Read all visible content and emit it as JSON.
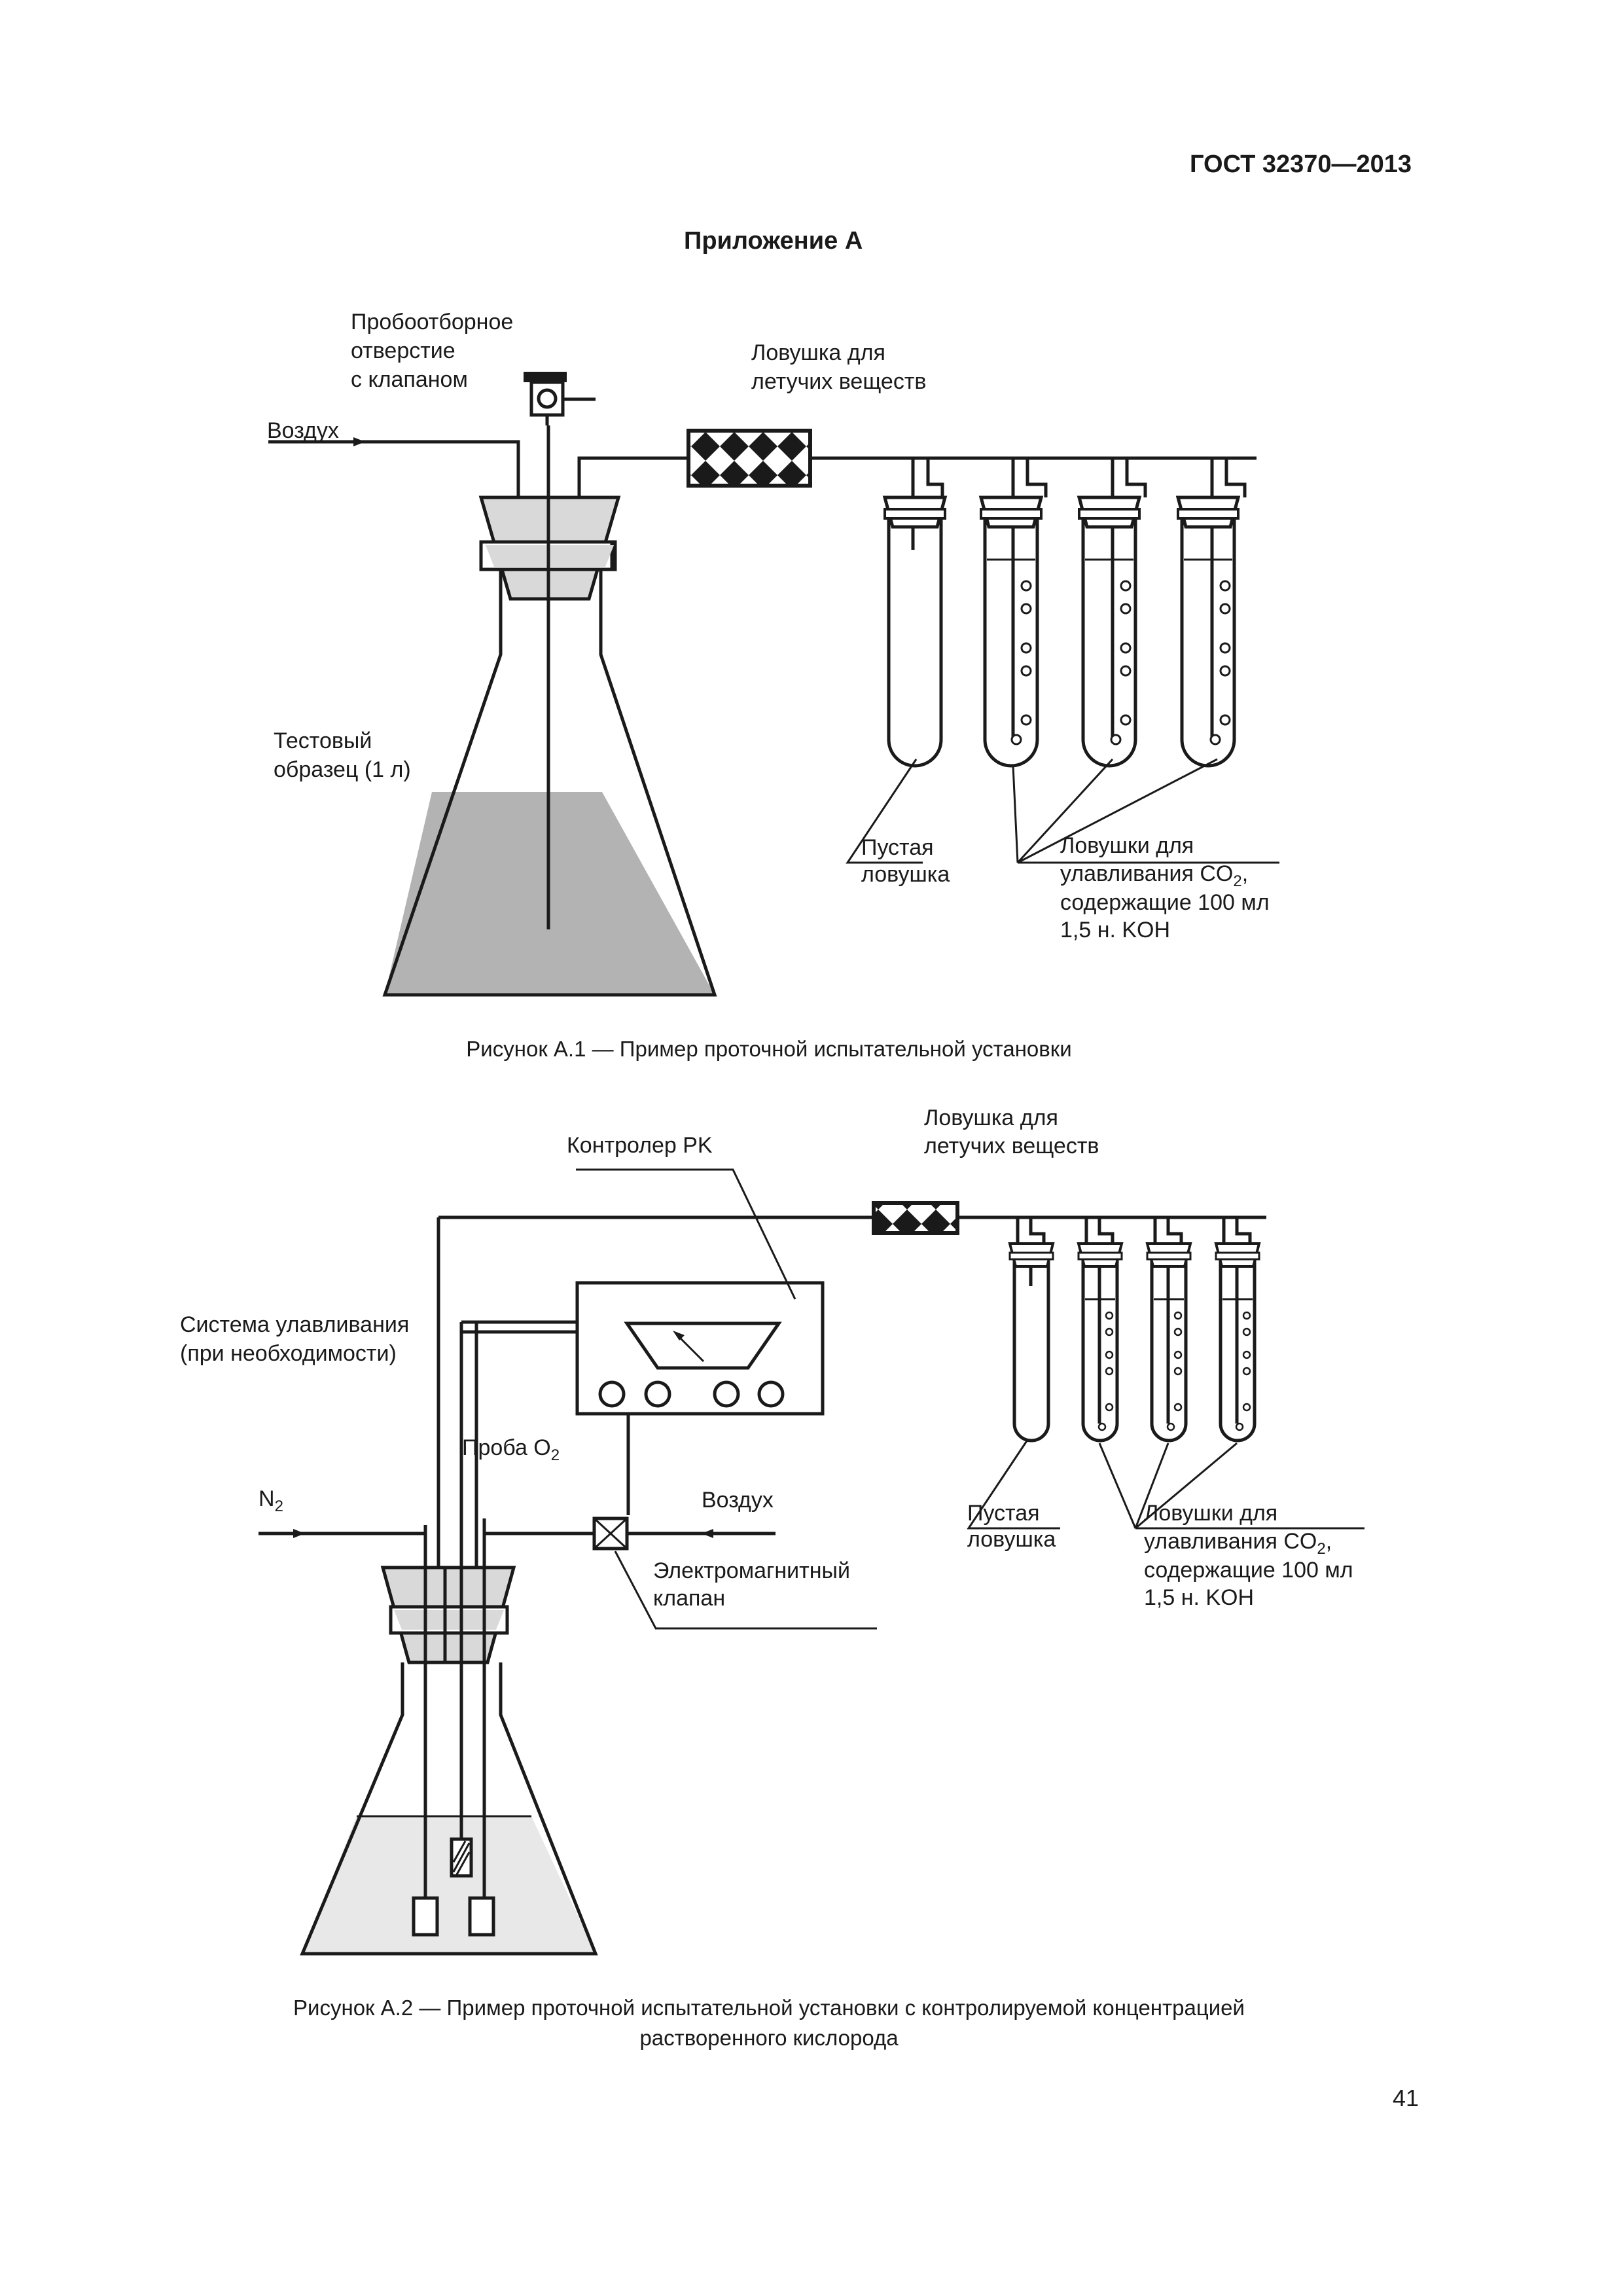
{
  "header": {
    "standard": "ГОСТ 32370—2013",
    "appendix": "Приложение А"
  },
  "figure1": {
    "labels": {
      "sampling_port_1": "Пробоотборное",
      "sampling_port_2": "отверстие",
      "sampling_port_3": "с клапаном",
      "air": "Воздух",
      "volatile_trap_1": "Ловушка для",
      "volatile_trap_2": "летучих веществ",
      "test_sample_1": "Тестовый",
      "test_sample_2": "образец (1 л)",
      "empty_trap_1": "Пустая",
      "empty_trap_2": "ловушка",
      "co2_traps_1": "Ловушки для",
      "co2_traps_2_pre": "улавливания CO",
      "co2_traps_2_sub": "2",
      "co2_traps_2_post": ",",
      "co2_traps_3": "содержащие 100 мл",
      "co2_traps_4": "1,5 н. KOH"
    },
    "caption": "Рисунок А.1 — Пример проточной испытательной установки"
  },
  "figure2": {
    "labels": {
      "controller": "Контролер PK",
      "volatile_trap_1": "Ловушка для",
      "volatile_trap_2": "летучих веществ",
      "trap_system_1": "Система улавливания",
      "trap_system_2": "(при необходимости)",
      "o2_probe_pre": "Проба O",
      "o2_probe_sub": "2",
      "n2_pre": "N",
      "n2_sub": "2",
      "air": "Воздух",
      "solenoid_1": "Электромагнитный",
      "solenoid_2": "клапан",
      "empty_trap_1": "Пустая",
      "empty_trap_2": "ловушка",
      "co2_traps_1": "Ловушки для",
      "co2_traps_2_pre": "улавливания CO",
      "co2_traps_2_sub": "2",
      "co2_traps_2_post": ",",
      "co2_traps_3": "содержащие 100 мл",
      "co2_traps_4": "1,5 н. KOH"
    },
    "caption_1": "Рисунок А.2 — Пример проточной испытательной установки с контролируемой концентрацией",
    "caption_2": "растворенного кислорода"
  },
  "page_number": "41",
  "colors": {
    "ink": "#1a1a1a",
    "liquid_dark": "#b3b3b3",
    "liquid_light": "#e8e8e8",
    "flask_neck": "#d9d9d9"
  }
}
